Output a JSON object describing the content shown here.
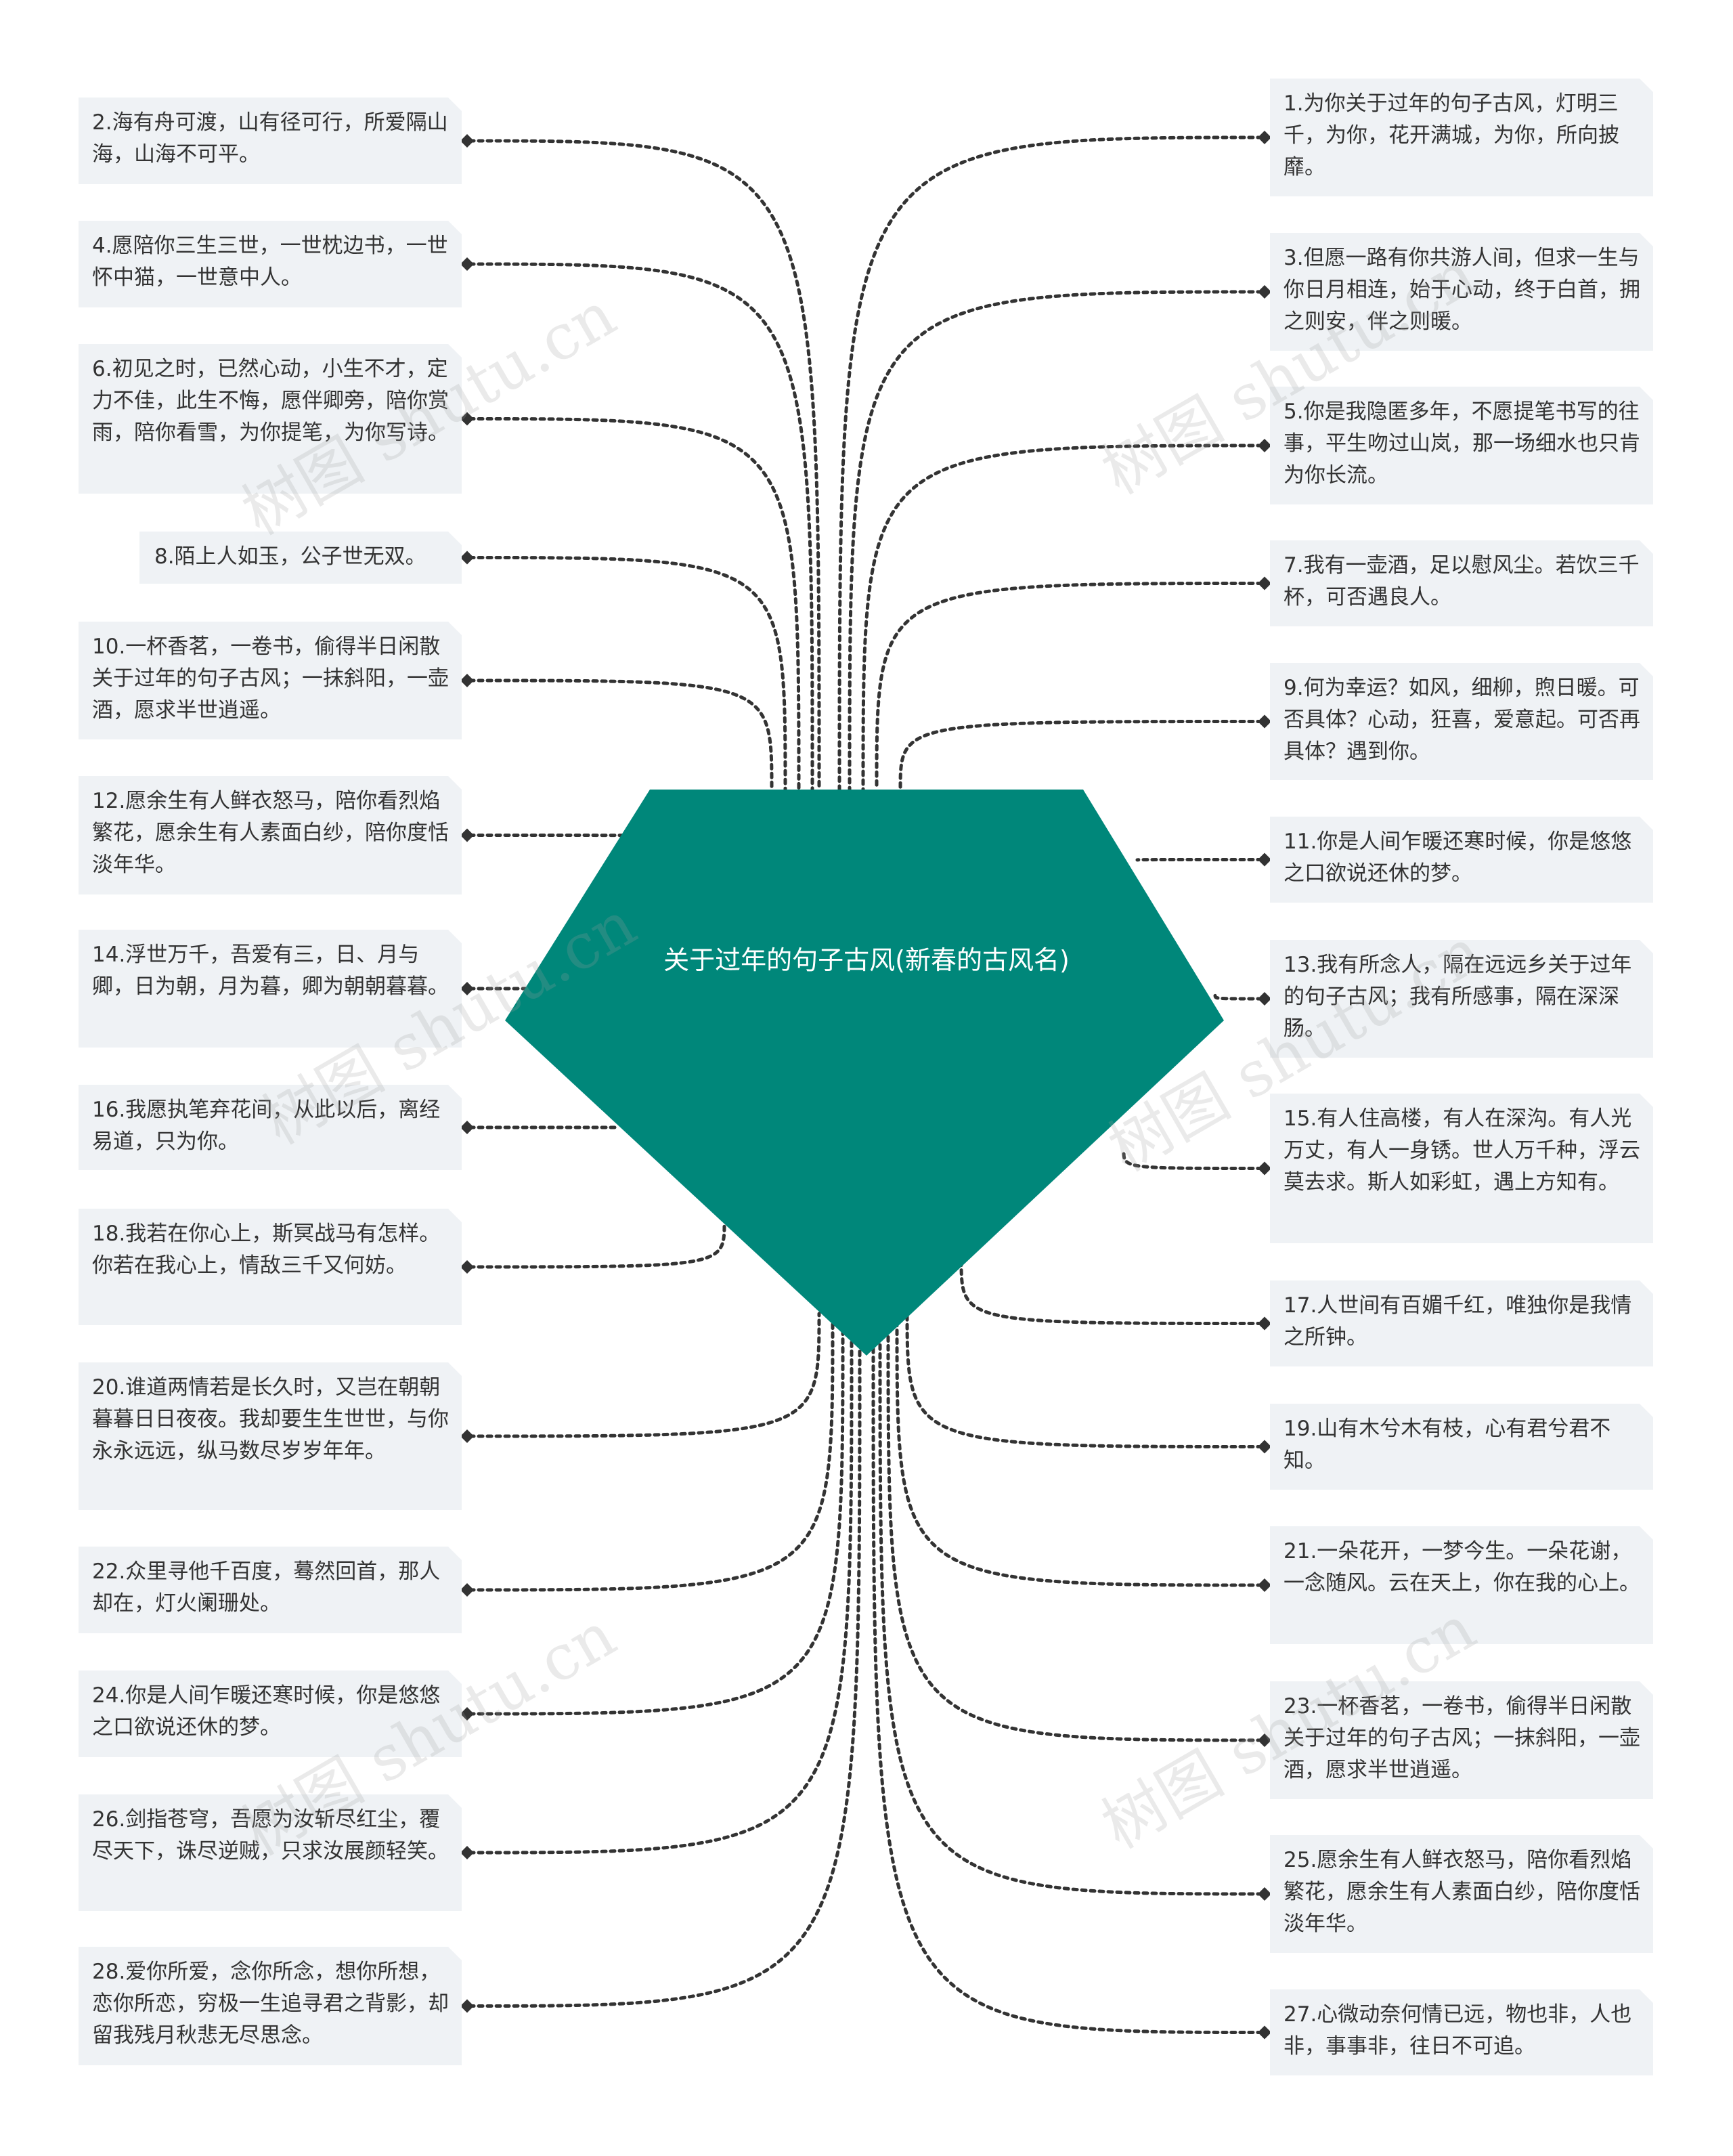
{
  "center": {
    "label": "关于过年的句子古风(新春的古风名)"
  },
  "watermark": "树图 shutu.cn",
  "colors": {
    "center_fill": "#00877a",
    "node_bg": "#eff2f5",
    "connector": "#333333",
    "text": "#333333"
  },
  "left_nodes": [
    {
      "text": "2.海有舟可渡，山有径可行，所爱隔山海，山海不可平。"
    },
    {
      "text": "4.愿陪你三生三世，一世枕边书，一世怀中猫，一世意中人。"
    },
    {
      "text": "6.初见之时，已然心动，小生不才，定力不佳，此生不悔，愿伴卿旁，陪你赏雨，陪你看雪，为你提笔，为你写诗。"
    },
    {
      "text": "8.陌上人如玉，公子世无双。"
    },
    {
      "text": "10.一杯香茗，一卷书，偷得半日闲散关于过年的句子古风；一抹斜阳，一壶酒，愿求半世逍遥。"
    },
    {
      "text": "12.愿余生有人鲜衣怒马，陪你看烈焰繁花，愿余生有人素面白纱，陪你度恬淡年华。"
    },
    {
      "text": "14.浮世万千，吾爱有三，日、月与卿，日为朝，月为暮，卿为朝朝暮暮。"
    },
    {
      "text": "16.我愿执笔弃花间，从此以后，离经易道，只为你。"
    },
    {
      "text": "18.我若在你心上，斯冥战马有怎样。你若在我心上，情敌三千又何妨。"
    },
    {
      "text": "20.谁道两情若是长久时，又岂在朝朝暮暮日日夜夜。我却要生生世世，与你永永远远，纵马数尽岁岁年年。"
    },
    {
      "text": "22.众里寻他千百度，蓦然回首，那人却在，灯火阑珊处。"
    },
    {
      "text": "24.你是人间乍暖还寒时候，你是悠悠之口欲说还休的梦。"
    },
    {
      "text": "26.剑指苍穹，吾愿为汝斩尽红尘，覆尽天下，诛尽逆贼，只求汝展颜轻笑。"
    },
    {
      "text": "28.爱你所爱，念你所念，想你所想，恋你所恋，穷极一生追寻君之背影，却留我残月秋悲无尽思念。"
    }
  ],
  "right_nodes": [
    {
      "text": "1.为你关于过年的句子古风，灯明三千，为你，花开满城，为你，所向披靡。"
    },
    {
      "text": "3.但愿一路有你共游人间，但求一生与你日月相连，始于心动，终于白首，拥之则安，伴之则暖。"
    },
    {
      "text": "5.你是我隐匿多年，不愿提笔书写的往事，平生吻过山岚，那一场细水也只肯为你长流。"
    },
    {
      "text": "7.我有一壶酒，足以慰风尘。若饮三千杯，可否遇良人。"
    },
    {
      "text": "9.何为幸运？如风，细柳，煦日暖。可否具体？心动，狂喜，爱意起。可否再具体？遇到你。"
    },
    {
      "text": "11.你是人间乍暖还寒时候，你是悠悠之口欲说还休的梦。"
    },
    {
      "text": "13.我有所念人，隔在远远乡关于过年的句子古风；我有所感事，隔在深深肠。"
    },
    {
      "text": "15.有人住高楼，有人在深沟。有人光万丈，有人一身锈。世人万千种，浮云莫去求。斯人如彩虹，遇上方知有。"
    },
    {
      "text": "17.人世间有百媚千红，唯独你是我情之所钟。"
    },
    {
      "text": "19.山有木兮木有枝，心有君兮君不知。"
    },
    {
      "text": "21.一朵花开，一梦今生。一朵花谢，一念随风。云在天上，你在我的心上。"
    },
    {
      "text": "23.一杯香茗，一卷书，偷得半日闲散关于过年的句子古风；一抹斜阳，一壶酒，愿求半世逍遥。"
    },
    {
      "text": "25.愿余生有人鲜衣怒马，陪你看烈焰繁花，愿余生有人素面白纱，陪你度恬淡年华。"
    },
    {
      "text": "27.心微动奈何情已远，物也非，人也非，事事非，往日不可追。"
    }
  ]
}
